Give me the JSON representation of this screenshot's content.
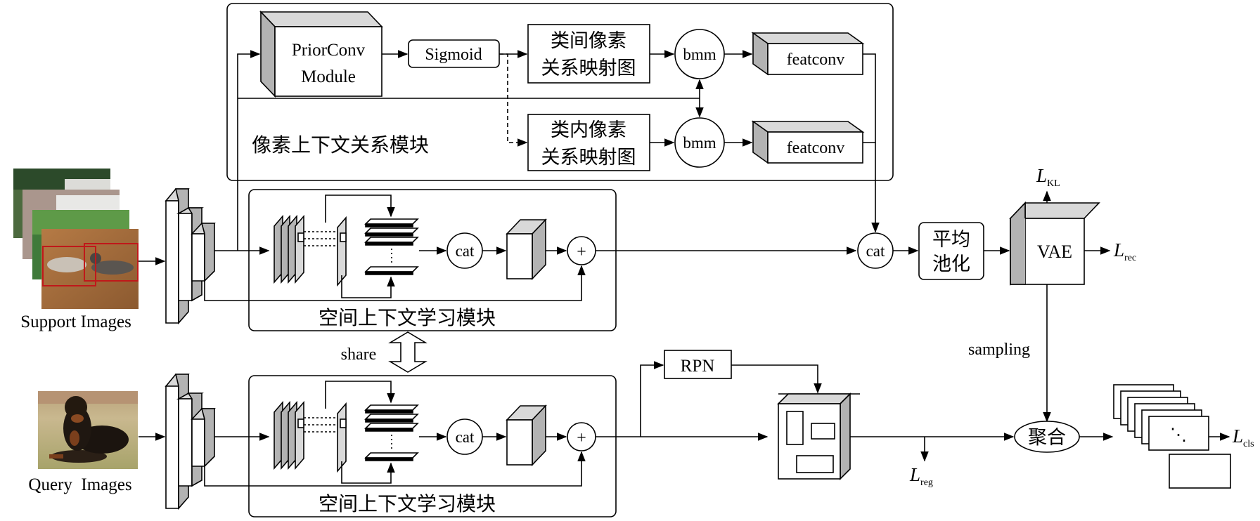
{
  "pixel_module": {
    "title": "像素上下文关系模块",
    "priorconv_line1": "PriorConv",
    "priorconv_line2": "Module",
    "sigmoid": "Sigmoid",
    "inter_line1": "类间像素",
    "inter_line2": "关系映射图",
    "intra_line1": "类内像素",
    "intra_line2": "关系映射图",
    "bmm_top": "bmm",
    "bmm_bottom": "bmm",
    "featconv_top": "featconv",
    "featconv_bottom": "featconv"
  },
  "support_branch": {
    "images_label": "Support Images",
    "spatial_title": "空间上下文学习模块",
    "cat": "cat",
    "plus": "+"
  },
  "query_branch": {
    "images_label": "Query  Images",
    "spatial_title": "空间上下文学习模块",
    "cat": "cat",
    "plus": "+"
  },
  "share": "share",
  "right": {
    "cat": "cat",
    "pool_line1": "平均",
    "pool_line2": "池化",
    "vae": "VAE",
    "rpn": "RPN",
    "sampling": "sampling",
    "aggregate": "聚合",
    "dots": "⋱"
  },
  "losses": {
    "kl_main": "L",
    "kl_sub": "KL",
    "rec_main": "L",
    "rec_sub": "rec",
    "reg_main": "L",
    "reg_sub": "reg",
    "cls_main": "L",
    "cls_sub": "cls"
  },
  "colors": {
    "stroke": "#000000",
    "face_gray": "#d9d9d9",
    "side_gray": "#b3b3b3",
    "bbox_red": "#c0181a"
  }
}
